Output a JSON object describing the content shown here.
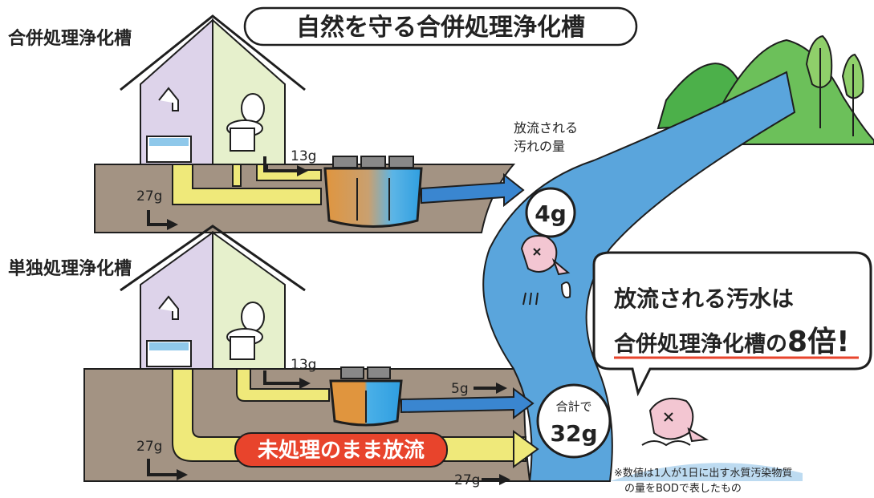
{
  "title": "自然を守る合併処理浄化槽",
  "sections": {
    "combined": {
      "heading": "合併処理浄化槽",
      "toilet_amount": "13g",
      "household_amount": "27g",
      "discharge_amount": "4g"
    },
    "single": {
      "heading": "単独処理浄化槽",
      "toilet_amount": "13g",
      "household_amount": "27g",
      "treated_out": "5g",
      "untreated_out": "27g",
      "untreated_label": "未処理のまま放流",
      "total_prefix": "合計で",
      "total_amount": "32g"
    }
  },
  "discharge_label": {
    "line1": "放流される",
    "line2": "汚れの量"
  },
  "callout": {
    "line1": "放流される汚水は",
    "line2_prefix": "合併処理浄化槽の",
    "line2_emphasis": "8倍",
    "line2_suffix": "!"
  },
  "footnote": {
    "line1": "※数値は1人が1日に出す水質汚染物質",
    "line2": "の量をBODで表したもの"
  },
  "colors": {
    "ground": "#a39383",
    "river": "#5aa5dc",
    "mountain": "#4cb04a",
    "pipe_yellow": "#efe97a",
    "untreated_red": "#e8442c",
    "house_purple": "#ddd3ea",
    "house_green": "#e6f0cc",
    "outflow_blue": "#3a86d0"
  }
}
